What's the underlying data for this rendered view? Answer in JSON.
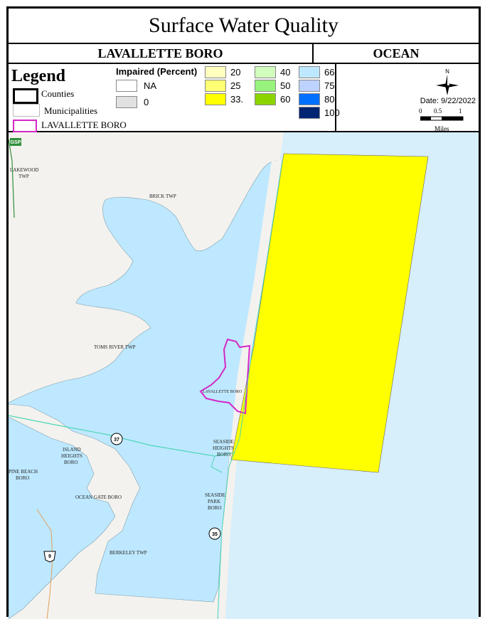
{
  "title": "Surface Water Quality",
  "municipality": "LAVALLETTE BORO",
  "county": "OCEAN",
  "legend": {
    "heading": "Legend",
    "counties_label": "Counties",
    "municipalities_label": "Municipalities",
    "highlight_label": "LAVALLETTE BORO",
    "impaired_title": "Impaired (Percent)",
    "na_label": "NA",
    "zero_label": "0",
    "classes": [
      {
        "label": "20",
        "color": "#ffffc0"
      },
      {
        "label": "25",
        "color": "#ffff73"
      },
      {
        "label": "33.",
        "color": "#ffff00"
      },
      {
        "label": "40",
        "color": "#d3ffbe"
      },
      {
        "label": "50",
        "color": "#98f27e"
      },
      {
        "label": "60",
        "color": "#8cd400"
      },
      {
        "label": "66.",
        "color": "#bee8ff"
      },
      {
        "label": "75",
        "color": "#bed2ff"
      },
      {
        "label": "80",
        "color": "#0070ff"
      },
      {
        "label": "100",
        "color": "#002673"
      }
    ]
  },
  "info": {
    "north_label": "N",
    "date": "Date: 9/22/2022",
    "scale_ticks": [
      "0",
      "0.5",
      "1"
    ],
    "scale_unit": "Miles"
  },
  "map": {
    "labels": {
      "lakewood": [
        "LAKEWOOD",
        "TWP"
      ],
      "brick": "BRICK TWP",
      "toms_river": "TOMS RIVER TWP",
      "lavallette": "LAVALLETTE BORO",
      "seaside_heights": [
        "SEASIDE",
        "HEIGHTS",
        "BORO"
      ],
      "island_heights": [
        "ISLAND",
        "HEIGHTS",
        "BORO"
      ],
      "pine_beach": [
        "PINE BEACH",
        "BORO"
      ],
      "ocean_gate": "OCEAN GATE BORO",
      "seaside_park": [
        "SEASIDE",
        "PARK",
        "BORO"
      ],
      "berkeley": "BERKELEY TWP"
    },
    "shields": {
      "gsp": "GSP",
      "r37": "37",
      "r35": "35",
      "us9": "9"
    },
    "colors": {
      "ocean": "#d7eefb",
      "land": "#f4f2ee",
      "impaired_33": "#ffff00",
      "impaired_66": "#bee8ff",
      "boundary": "#d428c8",
      "road": "#4fd6b8"
    }
  }
}
